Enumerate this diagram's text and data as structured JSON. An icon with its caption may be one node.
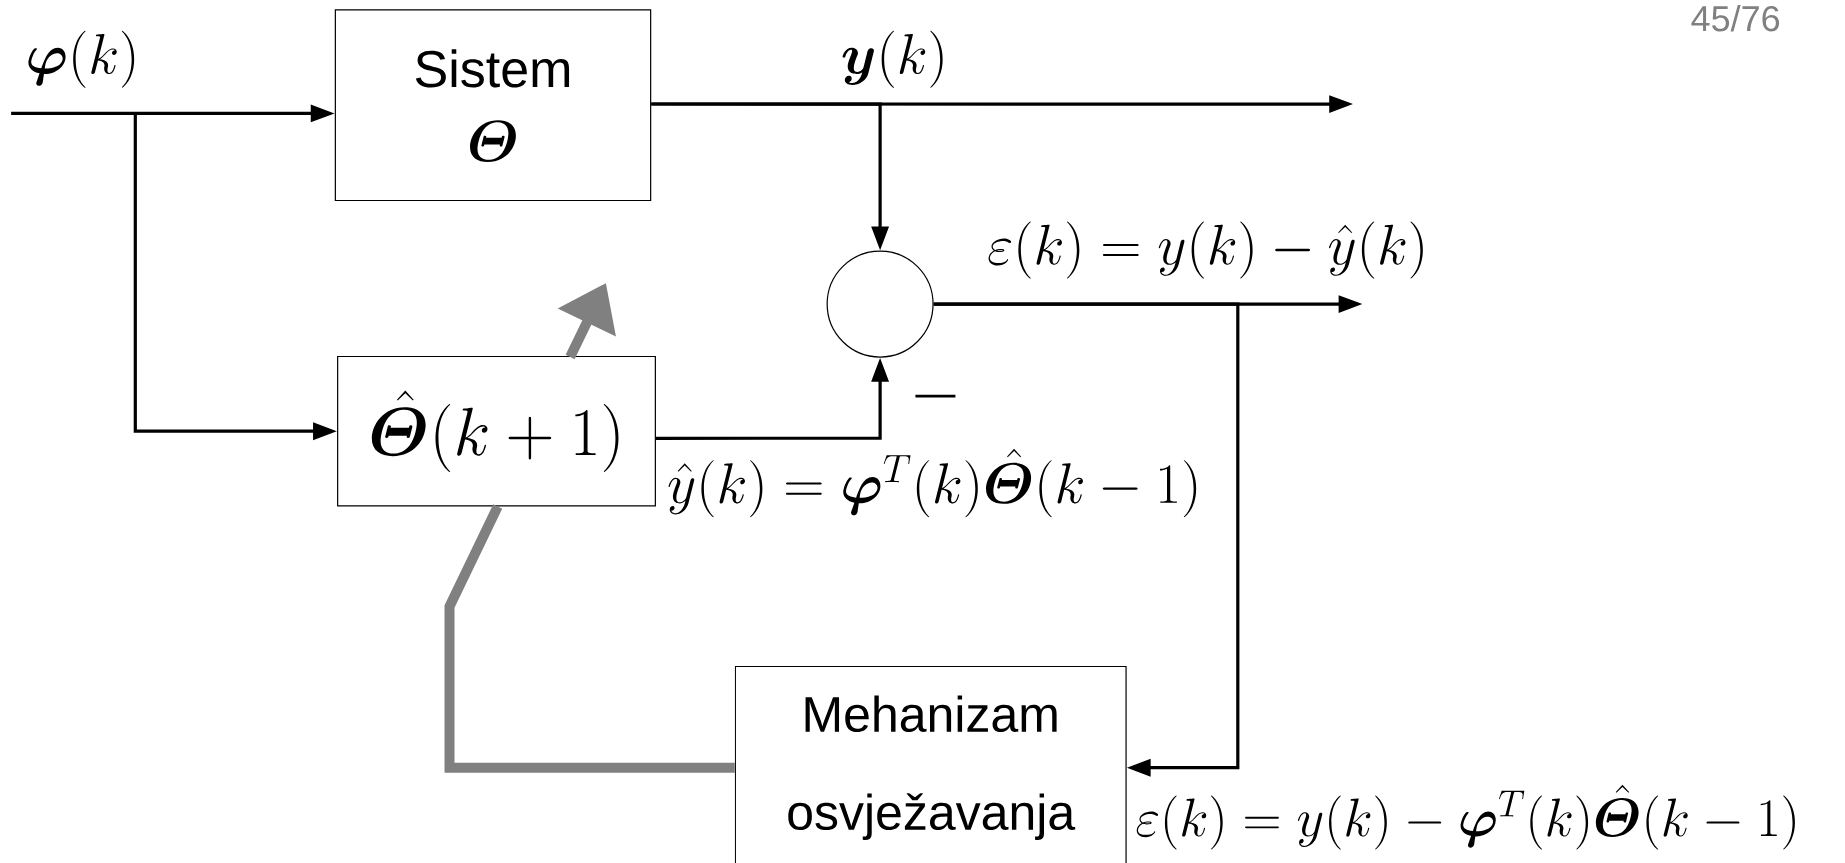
{
  "diagram": {
    "nodes": [
      {
        "text": [
          "Sistem",
          "\\boldsymbol{\\varTheta}"
        ]
      },
      {
        "text": [
          "\\hat{\\boldsymbol{\\varTheta}}(k+1)"
        ]
      },
      {
        "text": [],
        "shape": "circle"
      },
      {
        "text": [
          "Mehanizam osvježavanja"
        ]
      }
    ],
    "edges": [
      {
        "from": null,
        "to": 0,
        "arrow": "to",
        "label": "\\boldsymbol{\\varphi}(k)"
      },
      {
        "from": null,
        "to": 1,
        "arrow": "to"
      },
      {
        "from": 0,
        "to": null,
        "arrow": "to",
        "label": "\\boldsymbol{y}(k)"
      },
      {
        "from": 0,
        "to": 2,
        "arrow": "to"
      },
      {
        "from": 1,
        "to": 2,
        "arrow": "to",
        "label": "\\hat{y}(k) = \\boldsymbol{\\varphi}^{T}(k)\\hat{\\boldsymbol{\\varTheta}}(k-1)"
      },
      {
        "from": 2,
        "to": null,
        "arrow": "to",
        "label": "\\varepsilon(k) = y(k) - \\hat{y}(k)"
      },
      {
        "from": 2,
        "to": 3,
        "arrow": "to",
        "label": "\\varepsilon(k) = y(k) - \\boldsymbol{\\varphi}^{T}(k)\\hat{\\boldsymbol{\\varTheta}}(k-1)"
      },
      {
        "from": 3,
        "to": null,
        "arrow": "to",
        "style": "thick",
        "color": "#808080"
      }
    ],
    "labels": [
      "—",
      "45/76"
    ]
  }
}
